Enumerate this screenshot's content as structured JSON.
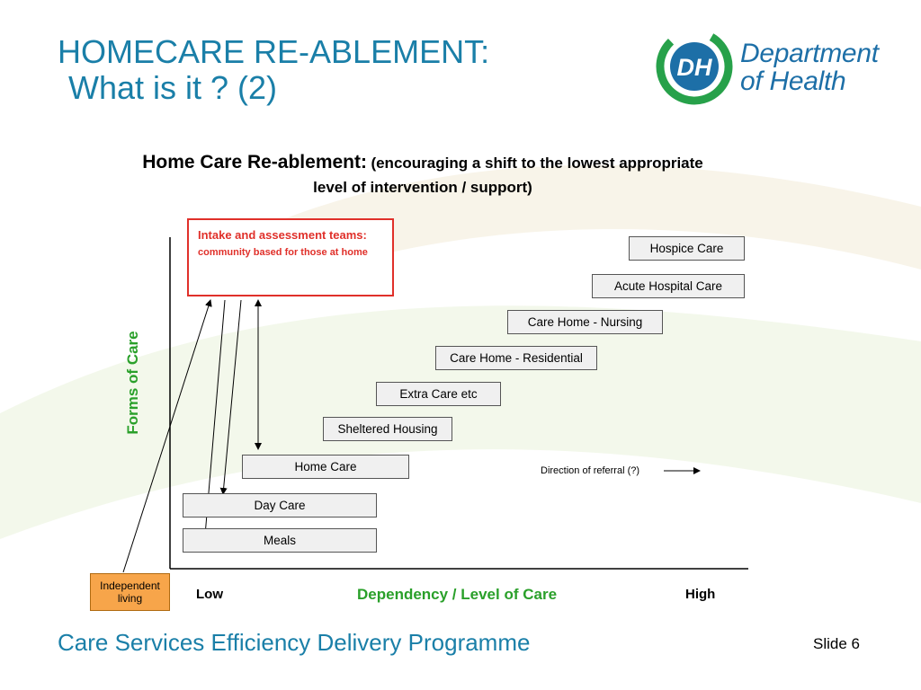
{
  "title": {
    "line1": "HOMECARE RE-ABLEMENT:",
    "line2": "What is it ? (2)"
  },
  "logo": {
    "mark": "DH",
    "line1": "Department",
    "line2": "of Health"
  },
  "subtitle": {
    "main": "Home Care Re-ablement:",
    "paren": "(encouraging a shift to the lowest appropriate level of intervention / support)"
  },
  "intake": {
    "heading": "Intake and assessment teams:",
    "sub": "community based for those at home"
  },
  "care_levels": [
    "Hospice Care",
    "Acute Hospital Care",
    "Care Home - Nursing",
    "Care Home - Residential",
    "Extra Care etc",
    "Sheltered Housing",
    "Home Care",
    "Day Care",
    "Meals"
  ],
  "independent": "Independent living",
  "axes": {
    "y": "Forms of Care",
    "x": "Dependency / Level of Care",
    "low": "Low",
    "high": "High"
  },
  "direction_note": "Direction of referral (?)",
  "footer": "Care Services Efficiency Delivery Programme",
  "slide_label": "Slide 6",
  "colors": {
    "title": "#1a7fa8",
    "accent_green": "#2aa02a",
    "intake_red": "#e0302a",
    "independent_orange": "#f7a54a"
  }
}
